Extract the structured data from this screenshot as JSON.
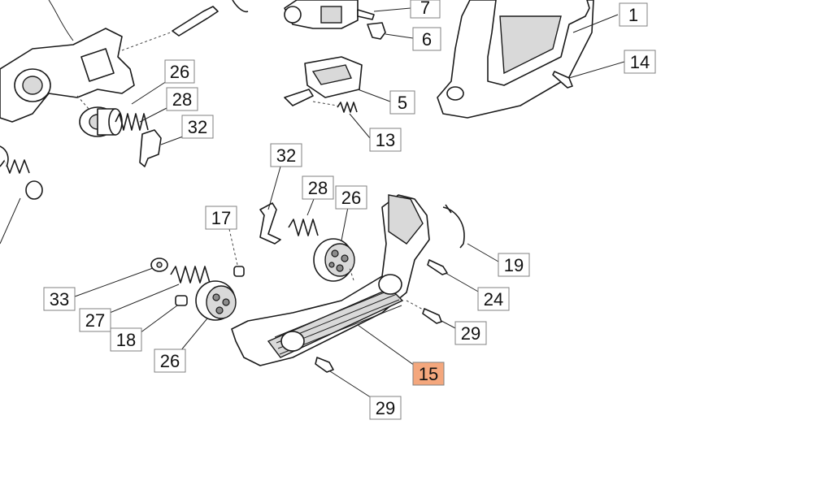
{
  "diagram": {
    "highlight_color": "#f4a77d",
    "callouts": [
      {
        "id": "c1",
        "label": "1",
        "highlighted": false
      },
      {
        "id": "c14",
        "label": "14",
        "highlighted": false
      },
      {
        "id": "c7",
        "label": "7",
        "highlighted": false
      },
      {
        "id": "c6",
        "label": "6",
        "highlighted": false
      },
      {
        "id": "c5",
        "label": "5",
        "highlighted": false
      },
      {
        "id": "c13",
        "label": "13",
        "highlighted": false
      },
      {
        "id": "c26a",
        "label": "26",
        "highlighted": false
      },
      {
        "id": "c28a",
        "label": "28",
        "highlighted": false
      },
      {
        "id": "c32a",
        "label": "32",
        "highlighted": false
      },
      {
        "id": "c32b",
        "label": "32",
        "highlighted": false
      },
      {
        "id": "c28b",
        "label": "28",
        "highlighted": false
      },
      {
        "id": "c26b",
        "label": "26",
        "highlighted": false
      },
      {
        "id": "c17",
        "label": "17",
        "highlighted": false
      },
      {
        "id": "c19",
        "label": "19",
        "highlighted": false
      },
      {
        "id": "c24",
        "label": "24",
        "highlighted": false
      },
      {
        "id": "c33",
        "label": "33",
        "highlighted": false
      },
      {
        "id": "c27",
        "label": "27",
        "highlighted": false
      },
      {
        "id": "c18",
        "label": "18",
        "highlighted": false
      },
      {
        "id": "c26c",
        "label": "26",
        "highlighted": false
      },
      {
        "id": "c29a",
        "label": "29",
        "highlighted": false
      },
      {
        "id": "c15",
        "label": "15",
        "highlighted": true
      },
      {
        "id": "c29b",
        "label": "29",
        "highlighted": false
      }
    ]
  }
}
